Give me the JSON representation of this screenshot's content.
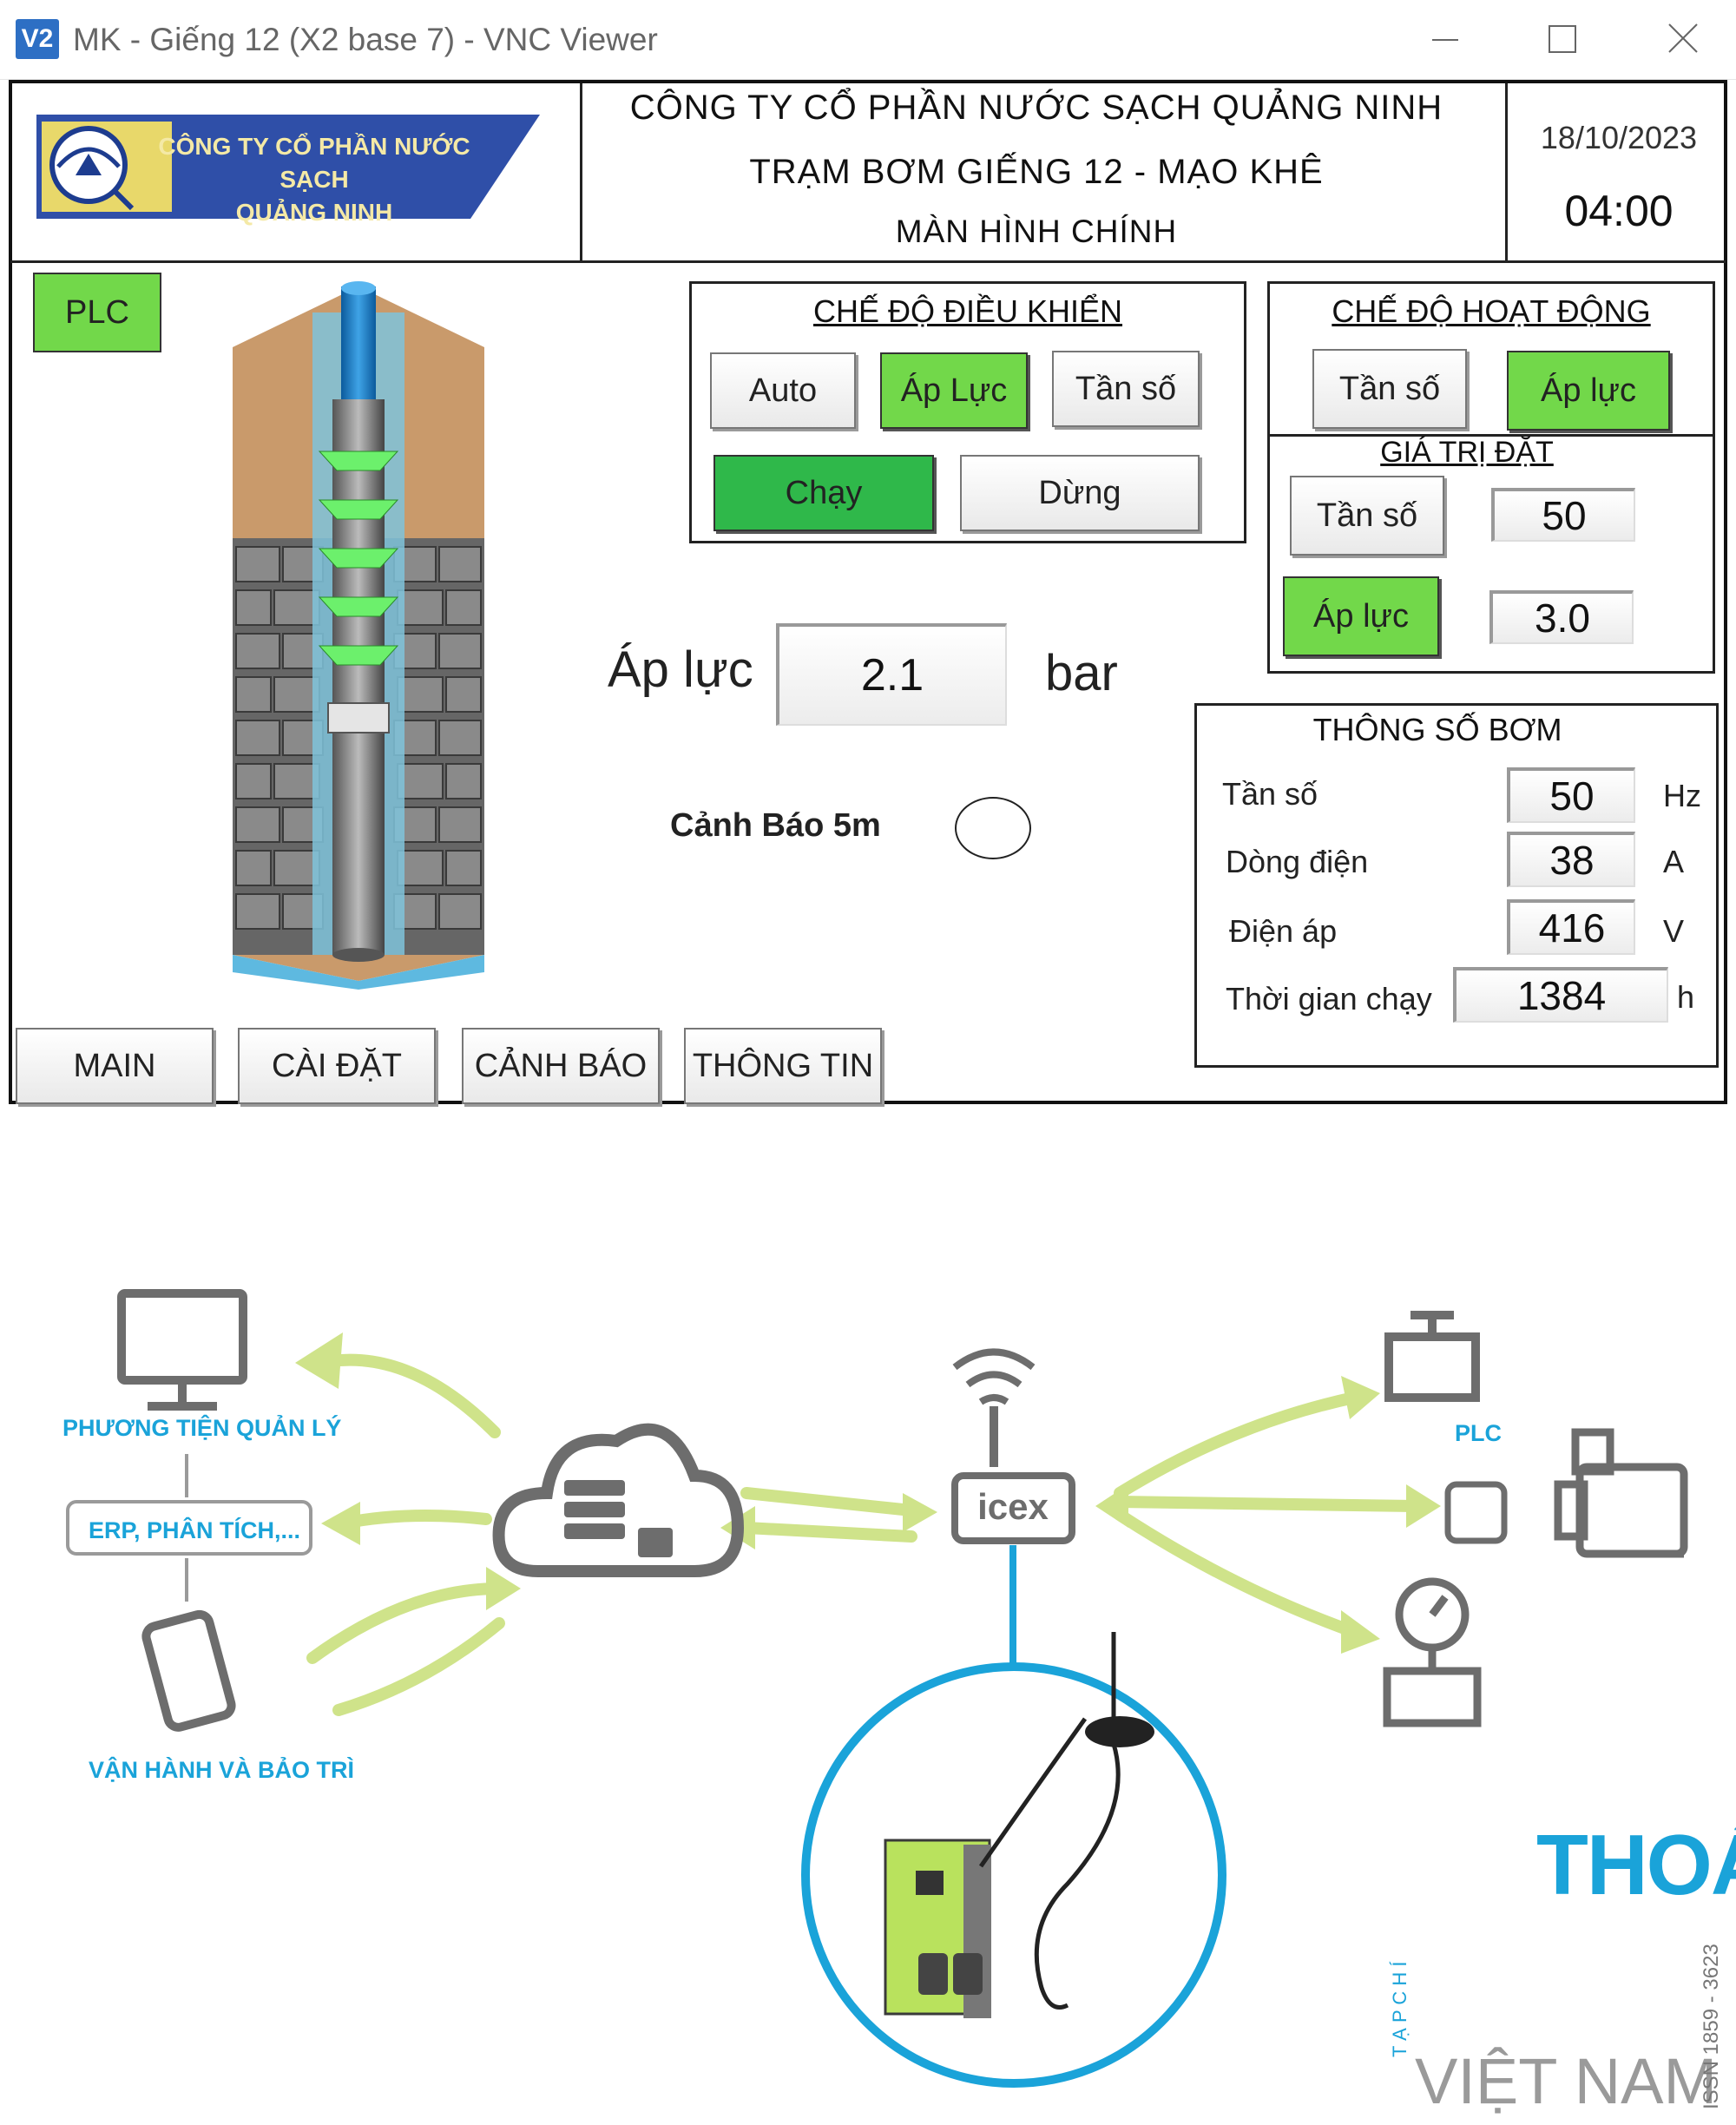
{
  "window": {
    "title": "MK - Giếng 12 (X2 base 7) - VNC Viewer",
    "app_icon_text": "V2"
  },
  "header": {
    "logo_text_line1": "CÔNG TY CỔ PHẦN NƯỚC SẠCH",
    "logo_text_line2": "QUẢNG NINH",
    "company": "CÔNG TY CỔ PHẦN NƯỚC SẠCH QUẢNG NINH",
    "station": "TRẠM BƠM GIẾNG 12 - MẠO KHÊ",
    "screen": "MÀN HÌNH CHÍNH",
    "date": "18/10/2023",
    "time": "04:00"
  },
  "plc_button": "PLC",
  "control_mode": {
    "title": "CHẾ ĐỘ ĐIỀU KHIỂN",
    "auto": "Auto",
    "pressure": "Áp Lực",
    "frequency": "Tần số",
    "run": "Chạy",
    "stop": "Dừng"
  },
  "operation_mode": {
    "title": "CHẾ ĐỘ HOẠT ĐỘNG",
    "frequency": "Tần số",
    "pressure": "Áp lực",
    "setpoint_title": "GIÁ TRỊ ĐẶT",
    "sp_freq_label": "Tần số",
    "sp_freq_value": "50",
    "sp_pressure_label": "Áp lực",
    "sp_pressure_value": "3.0"
  },
  "pressure_display": {
    "label": "Áp lực",
    "value": "2.1",
    "unit": "bar"
  },
  "warning": {
    "label": "Cảnh Báo 5m"
  },
  "pump_params": {
    "title": "THÔNG SỐ BƠM",
    "rows": [
      {
        "label": "Tần số",
        "value": "50",
        "unit": "Hz"
      },
      {
        "label": "Dòng điện",
        "value": "38",
        "unit": "A"
      },
      {
        "label": "Điện áp",
        "value": "416",
        "unit": "V"
      },
      {
        "label": "Thời gian chạy",
        "value": "1384",
        "unit": "h"
      }
    ]
  },
  "nav": {
    "main": "MAIN",
    "settings": "CÀI ĐẶT",
    "alarm": "CẢNH BÁO",
    "info": "THÔNG TIN"
  },
  "diagram": {
    "management": "PHƯƠNG TIỆN QUẢN LÝ",
    "erp": "ERP, PHÂN TÍCH,...",
    "operation": "VẬN HÀNH VÀ BẢO TRÌ",
    "plc": "PLC",
    "gateway_brand": "icex"
  },
  "watermark": {
    "tap_chi": "T Ạ P   C H Í",
    "thoat": "THOÁT",
    "viet_nam": "VIỆT NAM",
    "issn": "ISSN 1859 - 3623"
  },
  "colors": {
    "accent_green": "#72d84a",
    "run_green": "#2fb84a",
    "diagram_blue": "#1aa3d9",
    "arrow_green": "#c8e07a"
  }
}
